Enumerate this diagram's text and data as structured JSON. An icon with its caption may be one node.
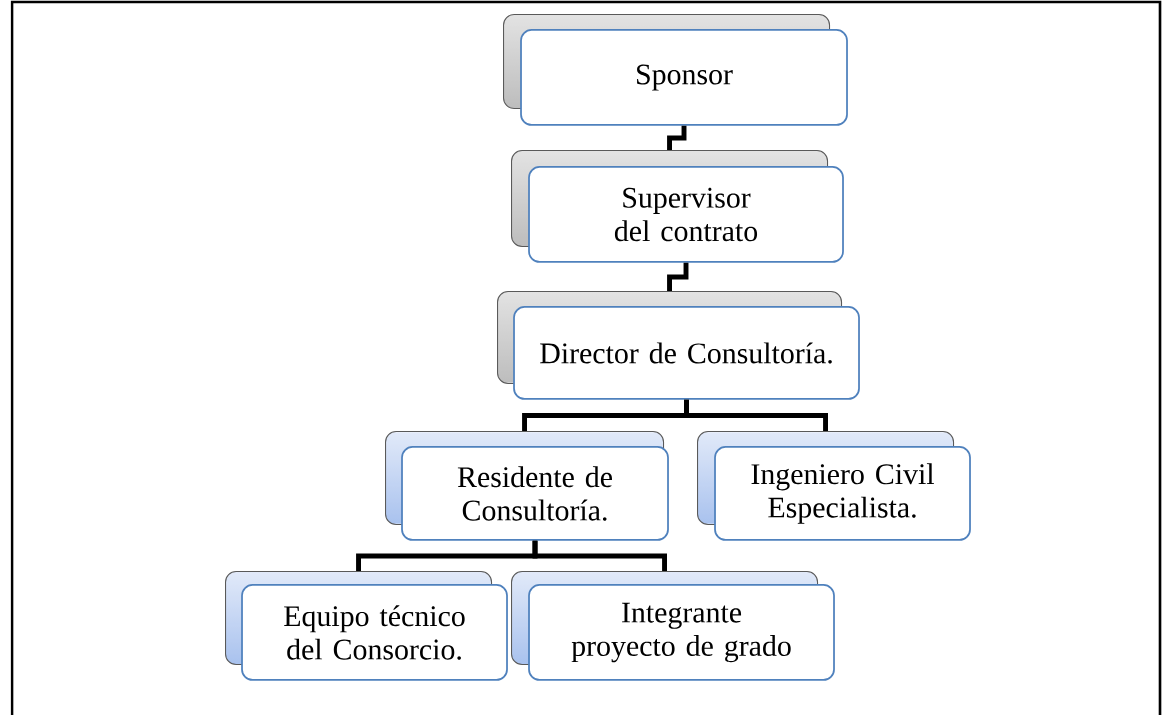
{
  "diagram": {
    "nodes": [
      {
        "text": [
          "Sponsor"
        ]
      },
      {
        "text": [
          "Supervisor del contrato"
        ]
      },
      {
        "text": [
          "Director de Consultoría."
        ]
      },
      {
        "text": [
          "Residente de Consultoría."
        ]
      },
      {
        "text": [
          "Ingeniero Civil Especialista."
        ]
      },
      {
        "text": [
          "Equipo técnico del Consorcio."
        ]
      },
      {
        "text": [
          "Integrante proyecto de grado"
        ]
      }
    ],
    "edges": [
      {
        "from": 0,
        "to": 1,
        "arrow": "none"
      },
      {
        "from": 1,
        "to": 2,
        "arrow": "none"
      },
      {
        "from": 2,
        "to": 3,
        "arrow": "none"
      },
      {
        "from": 2,
        "to": 4,
        "arrow": "none"
      },
      {
        "from": 3,
        "to": 5,
        "arrow": "none"
      },
      {
        "from": 3,
        "to": 6,
        "arrow": "none"
      }
    ]
  }
}
